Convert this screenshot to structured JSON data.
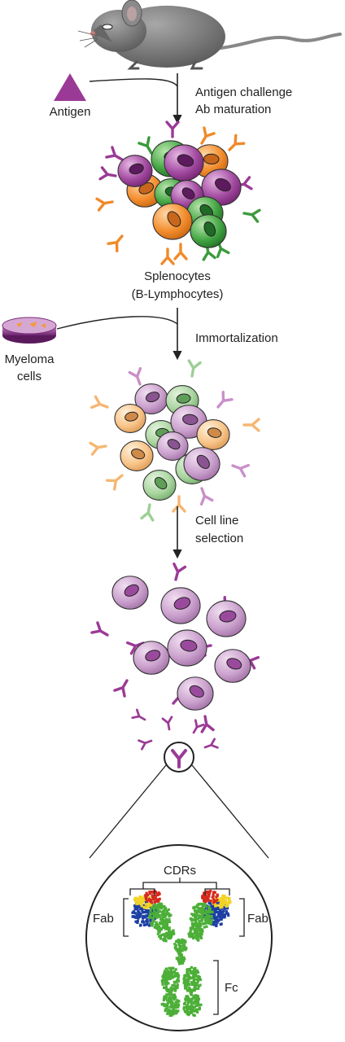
{
  "labels": {
    "antigen": "Antigen",
    "step1_line1": "Antigen challenge",
    "step1_line2": "Ab maturation",
    "splenocytes_line1": "Splenocytes",
    "splenocytes_line2": "(B-Lymphocytes)",
    "myeloma_line1": "Myeloma",
    "myeloma_line2": "cells",
    "step2": "Immortalization",
    "step3_line1": "Cell line",
    "step3_line2": "selection",
    "cdrs": "CDRs",
    "fab_left": "Fab",
    "fab_right": "Fab",
    "fc": "Fc"
  },
  "colors": {
    "purple": "#9b3a96",
    "purple_light": "#c990c9",
    "green": "#3c9a3c",
    "green_light": "#9dcf95",
    "orange": "#f08a2a",
    "orange_light": "#f5b773",
    "antibody_green": "#4caf38",
    "cdr_red": "#d52a1e",
    "cdr_yellow": "#f3d324",
    "cdr_blue": "#1d3fa3"
  }
}
